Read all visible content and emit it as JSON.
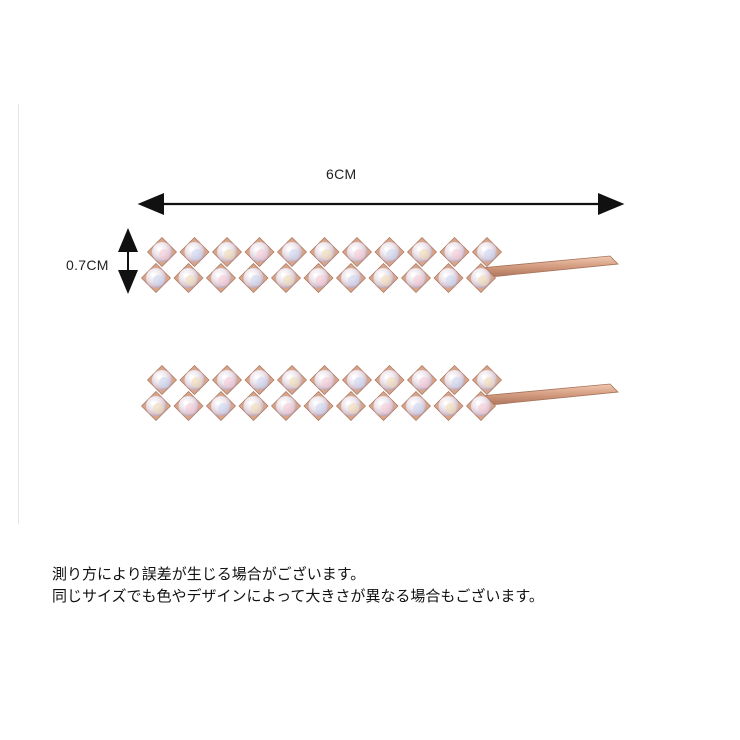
{
  "dimensions": {
    "width_label": "6CM",
    "height_label": "0.7CM"
  },
  "product": {
    "name": "rhinestone-hair-pin",
    "count": 2,
    "stone_rows": 2,
    "stones_per_row": 11,
    "colors": {
      "metal": "#d6a58c",
      "metal_dark": "#a8725a",
      "stone_base": "#f3eef2",
      "stone_tint_pink": "#f5c9d6",
      "stone_tint_blue": "#c9d7f2",
      "stone_tint_gold": "#f1dcb0"
    }
  },
  "notes": {
    "line1": "測り方により誤差が生じる場合がございます。",
    "line2": "同じサイズでも色やデザインによって大きさが異なる場合もございます。"
  }
}
